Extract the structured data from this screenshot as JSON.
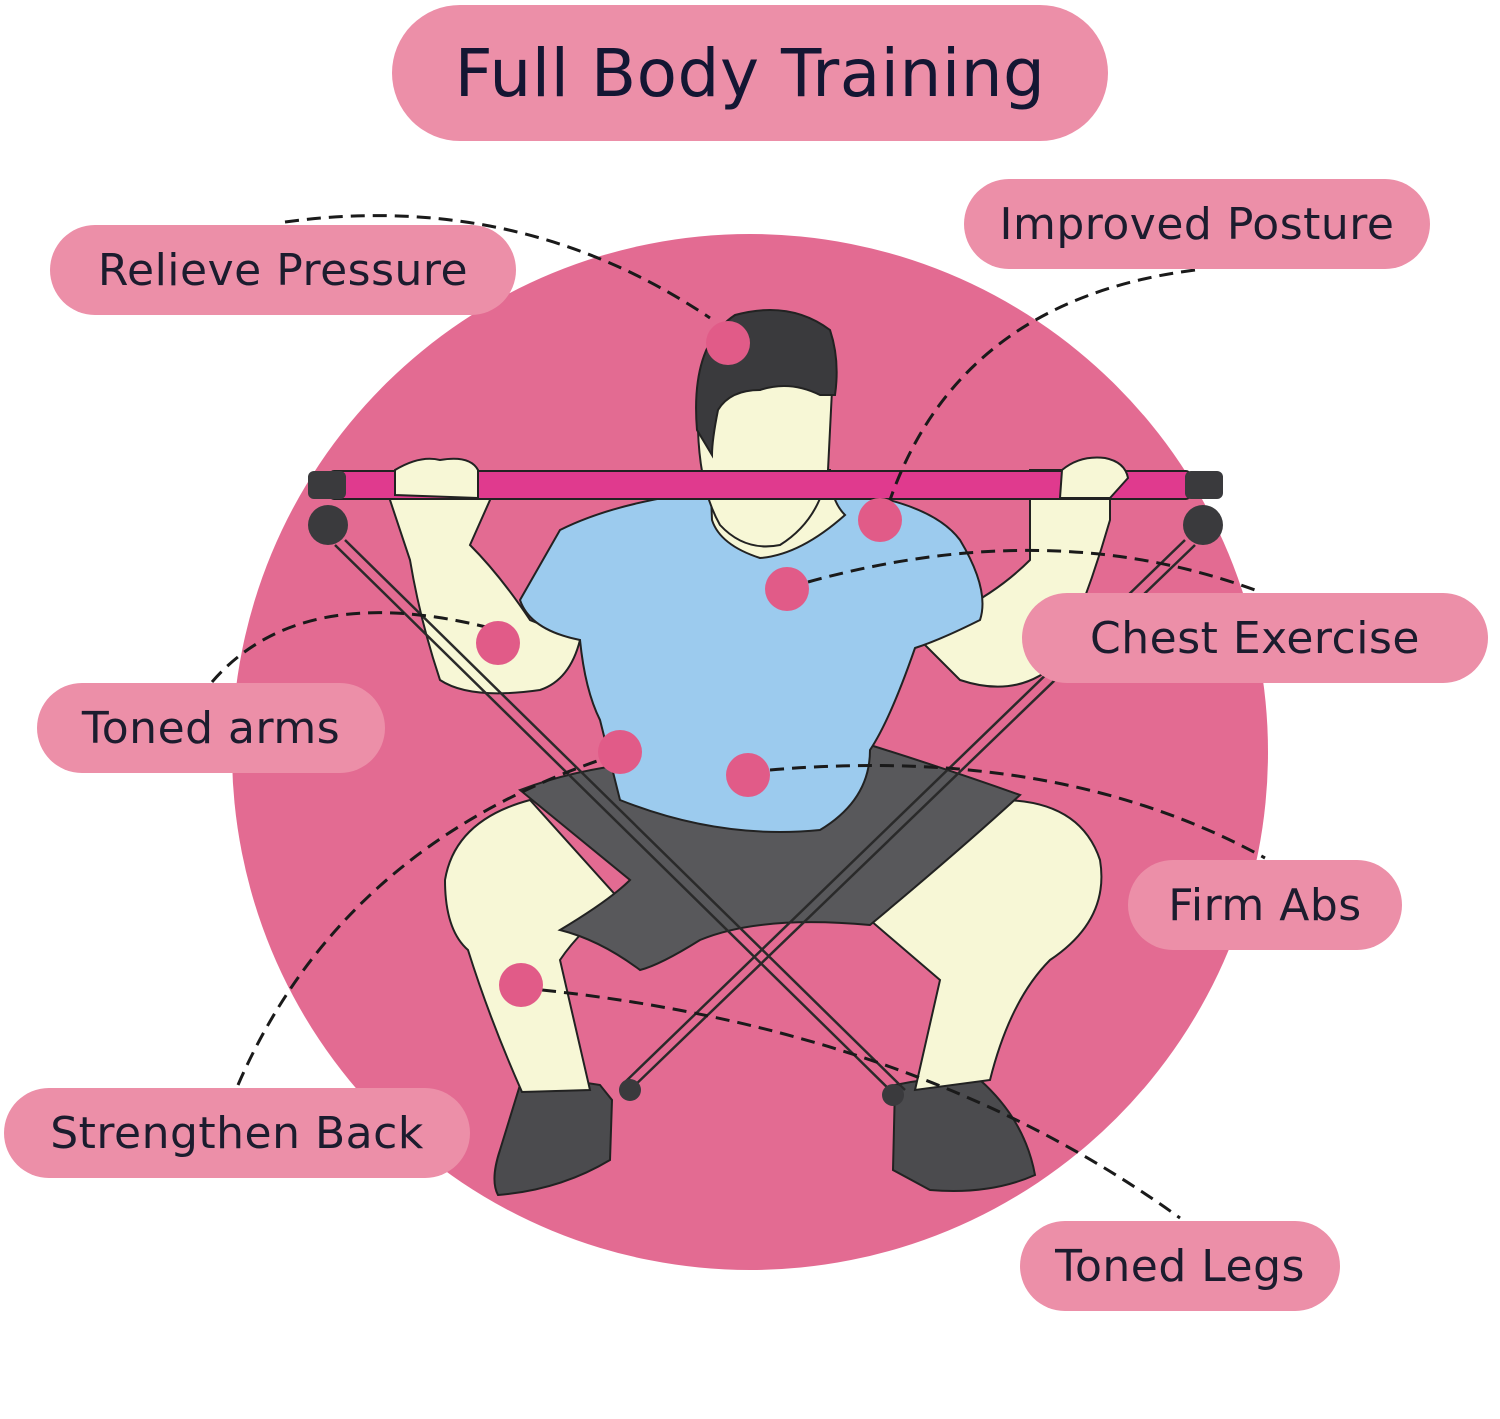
{
  "title": "Full Body Training",
  "labels": {
    "relieve_pressure": "Relieve Pressure",
    "improved_posture": "Improved Posture",
    "chest_exercise": "Chest Exercise",
    "toned_arms": "Toned arms",
    "firm_abs": "Firm Abs",
    "strengthen_back": "Strengthen Back",
    "toned_legs": "Toned Legs"
  },
  "colors": {
    "background": "#ffffff",
    "circle": "#e36b92",
    "pill": "#ec8fa8",
    "dot": "#e15b88",
    "bar": "#e03a8e",
    "shirt": "#9ccbee",
    "skin": "#f7f7d6",
    "shorts": "#58585b",
    "hair": "#3a3a3d",
    "text": "#1c1c2e"
  }
}
